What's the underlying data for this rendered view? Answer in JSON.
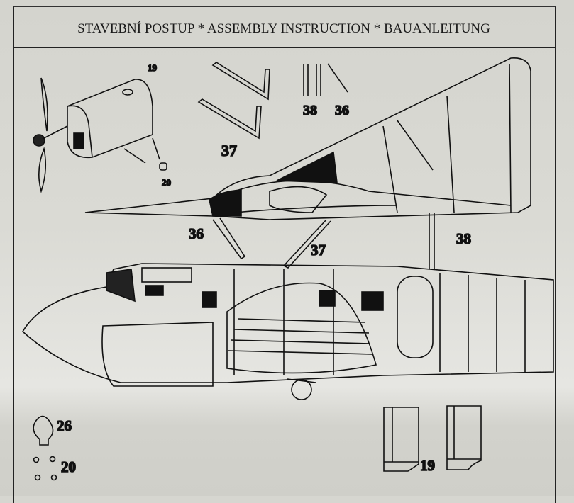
{
  "header": {
    "title": "STAVEBNÍ POSTUP * ASSEMBLY INSTRUCTION * BAUANLEITUNG"
  },
  "part_labels": {
    "cowling_top": "19",
    "cowling_bolt": "20",
    "strut_v_left": "37",
    "strut_38_top": "38",
    "strut_36_top": "36",
    "strut_36_mid": "36",
    "strut_37_mid": "37",
    "strut_38_mid": "38",
    "part_26": "26",
    "part_20_bottom": "20",
    "part_19_bottom": "19"
  }
}
